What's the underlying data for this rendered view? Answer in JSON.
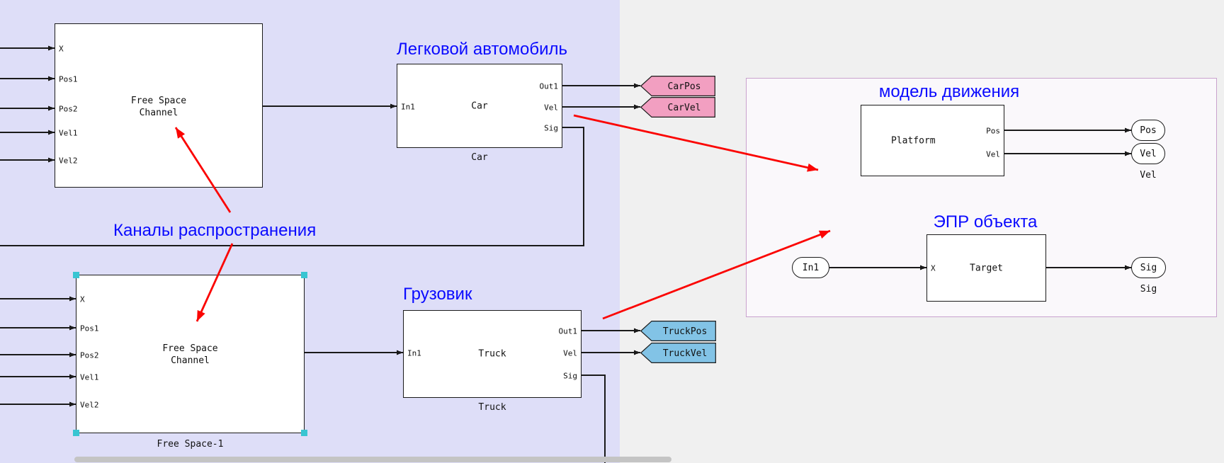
{
  "colors": {
    "bg_left": "#dedef8",
    "bg_right": "#f0f0f0",
    "wire": "#1a1a1a",
    "block_border": "#1a1a1a",
    "annotation_blue": "#0a0aff",
    "arrow_red": "#fb0402",
    "tag_pink": "#f29fc1",
    "tag_blue": "#82c3e6",
    "panel_border": "#c9a2ce",
    "panel_bg": "#faf8fb",
    "selection_cyan": "#38c5d2"
  },
  "free_space_top": {
    "title_line1": "Free Space",
    "title_line2": "Channel",
    "inputs": [
      "X",
      "Pos1",
      "Pos2",
      "Vel1",
      "Vel2"
    ]
  },
  "free_space_bottom": {
    "title_line1": "Free Space",
    "title_line2": "Channel",
    "inputs": [
      "X",
      "Pos1",
      "Pos2",
      "Vel1",
      "Vel2"
    ],
    "caption": "Free Space-1"
  },
  "car": {
    "heading": "Легковой автомобиль",
    "input": "In1",
    "title": "Car",
    "outputs": [
      "Out1",
      "Vel",
      "Sig"
    ],
    "caption": "Car"
  },
  "truck": {
    "heading": "Грузовик",
    "input": "In1",
    "title": "Truck",
    "outputs": [
      "Out1",
      "Vel",
      "Sig"
    ],
    "caption": "Truck"
  },
  "tags": {
    "car_pos": "CarPos",
    "car_vel": "CarVel",
    "truck_pos": "TruckPos",
    "truck_vel": "TruckVel"
  },
  "annotations": {
    "channels": "Каналы распространения"
  },
  "panel": {
    "motion_heading": "модель движения",
    "platform_title": "Platform",
    "platform_out_pos": "Pos",
    "platform_out_vel": "Vel",
    "pos_port": "Pos",
    "vel_port": "Vel",
    "vel_caption": "Vel",
    "rcs_heading": "ЭПР объекта",
    "in_port": "In1",
    "target_title": "Target",
    "target_in": "X",
    "sig_port": "Sig",
    "sig_caption": "Sig"
  }
}
